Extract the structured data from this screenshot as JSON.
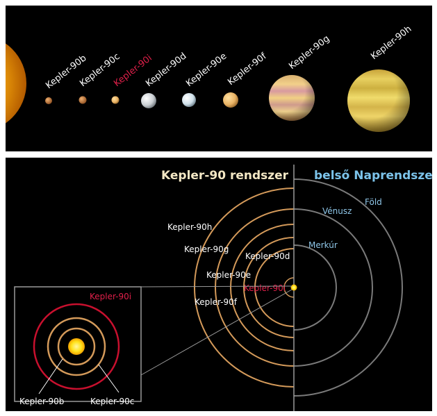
{
  "colors": {
    "background": "#000000",
    "kepler_orbit": "#d49a5a",
    "solar_orbit": "#7a7a7a",
    "highlight": "#e0204a",
    "kepler_title": "#f3e7c4",
    "solar_title": "#7cc3ea",
    "solar_label": "#8fc6e8",
    "label": "#ffffff",
    "star": "#ffe21a"
  },
  "top_panel": {
    "planets": [
      {
        "id": "b",
        "label": "Kepler-90b",
        "highlight": false,
        "icon": "small-rocky-planet"
      },
      {
        "id": "c",
        "label": "Kepler-90c",
        "highlight": false,
        "icon": "small-rocky-planet"
      },
      {
        "id": "i",
        "label": "Kepler-90i",
        "highlight": true,
        "icon": "small-rocky-planet"
      },
      {
        "id": "d",
        "label": "Kepler-90d",
        "highlight": false,
        "icon": "ice-planet"
      },
      {
        "id": "e",
        "label": "Kepler-90e",
        "highlight": false,
        "icon": "ice-planet"
      },
      {
        "id": "f",
        "label": "Kepler-90f",
        "highlight": false,
        "icon": "tan-planet"
      },
      {
        "id": "g",
        "label": "Kepler-90g",
        "highlight": false,
        "icon": "gas-giant"
      },
      {
        "id": "h",
        "label": "Kepler-90h",
        "highlight": false,
        "icon": "gas-giant"
      }
    ]
  },
  "bottom_panel": {
    "kepler_title": "Kepler-90 rendszer",
    "solar_title": "belső Naprendszer",
    "kepler_orbit_labels": {
      "h": "Kepler-90h",
      "g": "Kepler-90g",
      "e": "Kepler-90e",
      "d": "Kepler-90d",
      "i": "Kepler-90i",
      "f": "Kepler-90f"
    },
    "solar_orbit_labels": {
      "mercury": "Merkúr",
      "venus": "Vénusz",
      "earth": "Föld"
    },
    "inset": {
      "outer_label": "Kepler-90i",
      "inner_label_b": "Kepler-90b",
      "inner_label_c": "Kepler-90c"
    }
  }
}
